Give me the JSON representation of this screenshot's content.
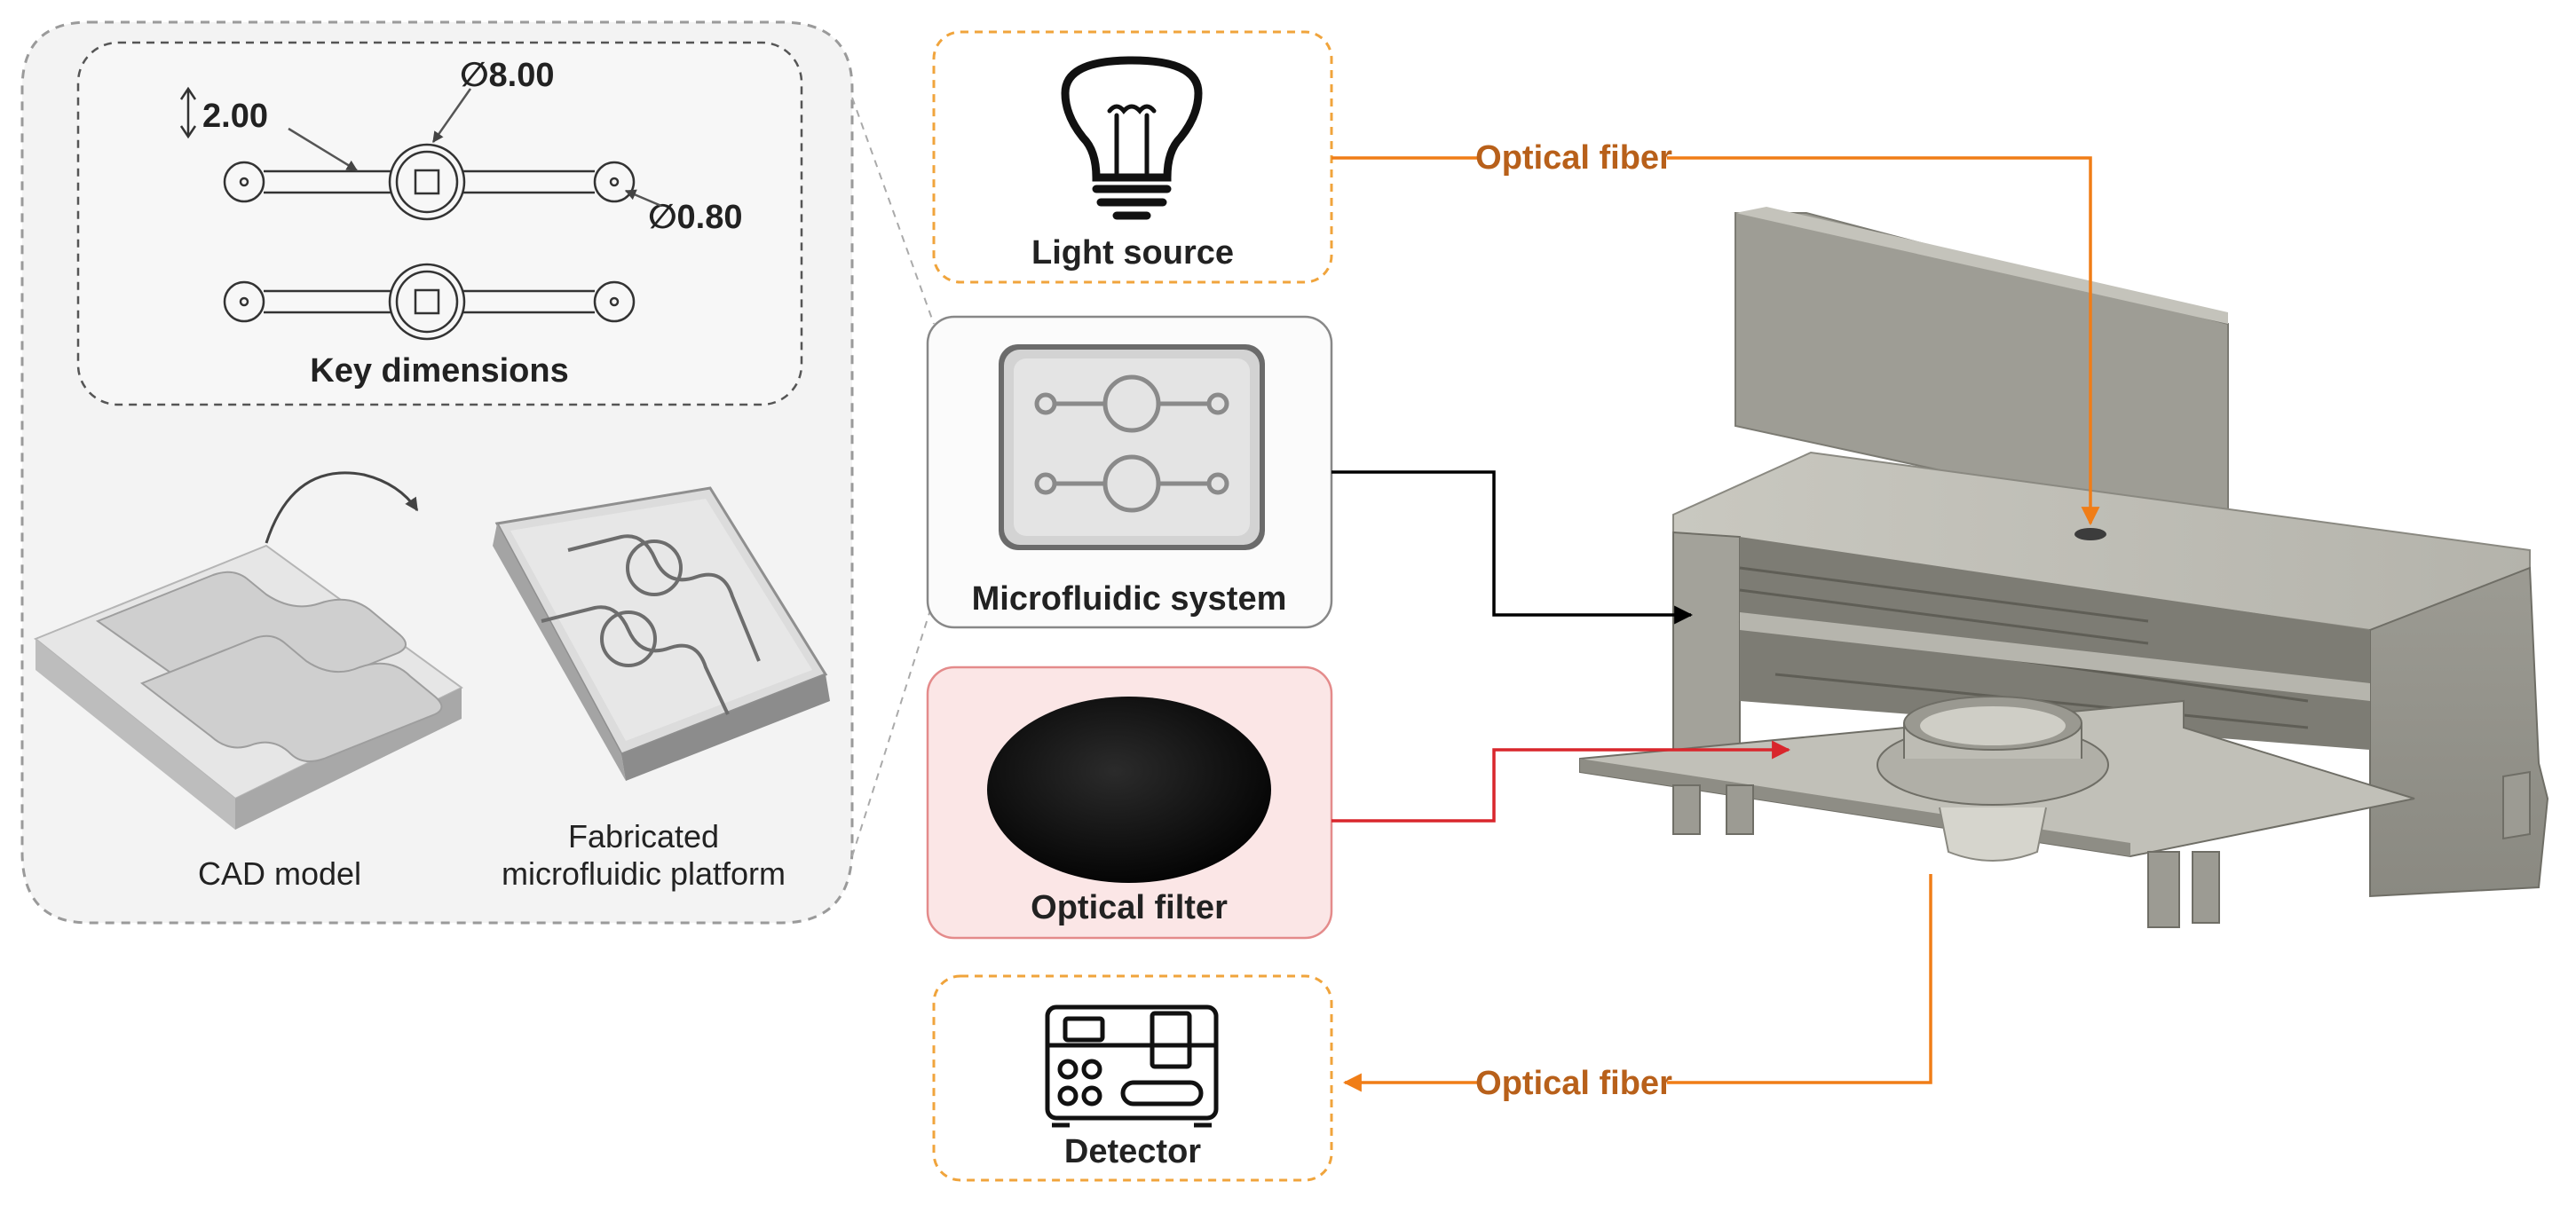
{
  "left_panel": {
    "dimensions": {
      "thickness": "2.00",
      "chamber_diameter": "∅8.00",
      "port_diameter": "∅0.80",
      "title": "Key dimensions"
    },
    "cad_label": "CAD model",
    "fabricated_label_line1": "Fabricated",
    "fabricated_label_line2": "microfluidic platform"
  },
  "components": {
    "light_source": "Light source",
    "microfluidic_system": "Microfluidic system",
    "optical_filter": "Optical filter",
    "detector": "Detector"
  },
  "connections": {
    "fiber_top": "Optical fiber",
    "fiber_bottom": "Optical fiber"
  },
  "colors": {
    "orange": "#f07d17",
    "red": "#d9262c",
    "black": "#000000",
    "dashed_orange": "#f0a43c",
    "filter_box_bg": "#fbe6e6",
    "filter_box_border": "#e48b8b",
    "panel_bg": "#f3f3f3"
  }
}
